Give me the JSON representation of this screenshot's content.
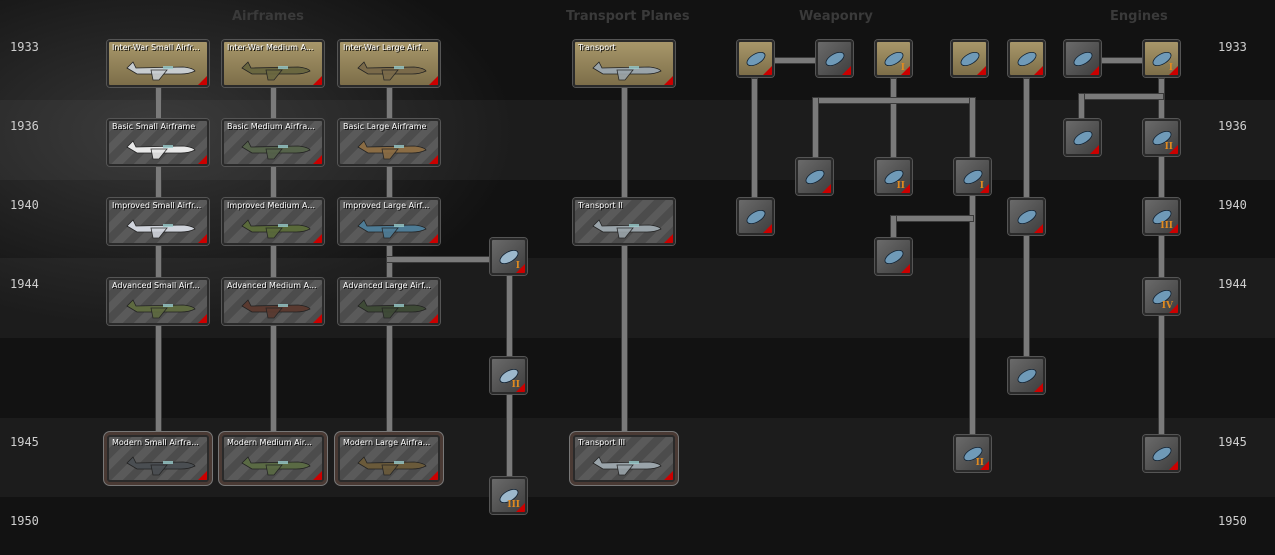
{
  "headers": {
    "airframes": "Airframes",
    "transport": "Transport Planes",
    "weaponry": "Weaponry",
    "engines": "Engines"
  },
  "years": [
    "1933",
    "1936",
    "1940",
    "1944",
    "1945",
    "1950"
  ],
  "airframes": [
    {
      "name": "Inter-War Small Airfr...",
      "color": "#c8cdd0"
    },
    {
      "name": "Inter-War Medium A...",
      "color": "#6a6740"
    },
    {
      "name": "Inter-War Large Airf...",
      "color": "#7a6a4a"
    },
    {
      "name": "Basic Small Airframe",
      "color": "#e8e8e8"
    },
    {
      "name": "Basic Medium Airfra...",
      "color": "#55624a"
    },
    {
      "name": "Basic Large Airframe",
      "color": "#8a6c44"
    },
    {
      "name": "Improved Small Airfr...",
      "color": "#d0d4dc"
    },
    {
      "name": "Improved Medium A...",
      "color": "#5a6a3a"
    },
    {
      "name": "Improved Large Airf...",
      "color": "#4e7c96"
    },
    {
      "name": "Advanced Small Airf...",
      "color": "#5e6a40"
    },
    {
      "name": "Advanced Medium A...",
      "color": "#5a3a30"
    },
    {
      "name": "Advanced Large Airf...",
      "color": "#3e4a36"
    },
    {
      "name": "Modern Small Airfra...",
      "color": "#4a4e52"
    },
    {
      "name": "Modern Medium Air...",
      "color": "#5a6a44"
    },
    {
      "name": "Modern Large Airfra...",
      "color": "#6a5a3a"
    }
  ],
  "transports": [
    {
      "name": "Transport"
    },
    {
      "name": "Transport II"
    },
    {
      "name": "Transport III"
    }
  ],
  "small_airframe_upgrades": [
    "I",
    "II",
    "III"
  ],
  "weaponry": [
    {
      "icon": "bomb-icon",
      "level": ""
    },
    {
      "icon": "heavy-bomb-icon",
      "level": ""
    },
    {
      "icon": "machine-gun-icon",
      "level": "I"
    },
    {
      "icon": "cannon-icon",
      "level": ""
    },
    {
      "icon": "rocket-icon",
      "level": ""
    },
    {
      "icon": "fighter-plane-icon",
      "level": ""
    },
    {
      "icon": "engine-icon",
      "level": "I"
    },
    {
      "icon": "drop-tank-icon",
      "level": ""
    },
    {
      "icon": "engine-icon",
      "level": "II"
    },
    {
      "icon": "heavy-bomber-icon",
      "level": ""
    },
    {
      "icon": "machine-gun-icon",
      "level": "II"
    },
    {
      "icon": "cannon-icon",
      "level": "I"
    },
    {
      "icon": "guided-bomb-icon",
      "level": ""
    },
    {
      "icon": "guided-rocket-icon",
      "level": ""
    },
    {
      "icon": "engine-icon",
      "level": "III"
    },
    {
      "icon": "heavy-machine-gun-icon",
      "level": ""
    },
    {
      "icon": "engine-icon",
      "level": "IV"
    },
    {
      "icon": "radar-missile-icon",
      "level": ""
    },
    {
      "icon": "cannon-icon",
      "level": "II"
    },
    {
      "icon": "jet-engine-icon",
      "level": ""
    }
  ],
  "colors": {
    "researched": "#a8976a",
    "unresearched": "#5a5a5a",
    "corner": "#cc0000",
    "roman": "#e08a20"
  }
}
